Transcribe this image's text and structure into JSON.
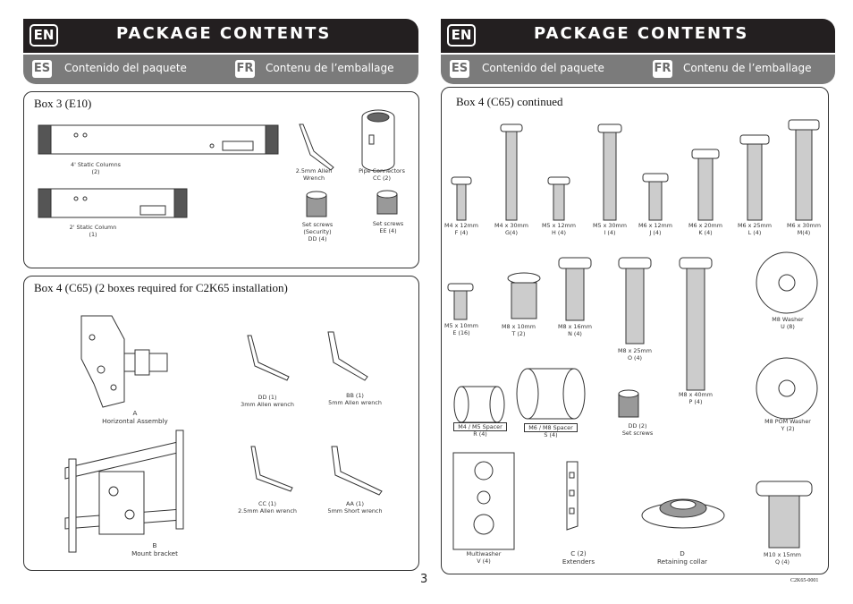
{
  "header": {
    "lang_badge": "EN",
    "title": "PACKAGE CONTENTS"
  },
  "subheader": {
    "es_badge": "ES",
    "es_text": "Contenido del paquete",
    "fr_badge": "FR",
    "fr_text": "Contenu de l’emballage"
  },
  "box3": {
    "title": "Box 3  (E10)",
    "items": {
      "col4": [
        "4' Static Columns",
        "(2)"
      ],
      "col2": [
        "2' Static Column",
        "(1)"
      ],
      "allen25": [
        "2.5mm Allen",
        "Wrench"
      ],
      "pipe": [
        "Pipe Connectors",
        "CC (2)"
      ],
      "setdd": [
        "Set screws",
        "(Security)",
        "DD (4)"
      ],
      "setee": [
        "Set screws",
        "EE (4)"
      ]
    }
  },
  "box4": {
    "title": "Box 4  (C65)  (2 boxes required for C2K65 installation)",
    "items": {
      "a": [
        "A",
        "Horizontal Assembly"
      ],
      "b": [
        "B",
        "Mount bracket"
      ],
      "dd": [
        "DD (1)",
        "3mm Allen wrench"
      ],
      "bb": [
        "BB (1)",
        "5mm Allen wrench"
      ],
      "cc": [
        "CC (1)",
        "2.5mm Allen wrench"
      ],
      "aa": [
        "AA (1)",
        "5mm Short wrench"
      ]
    }
  },
  "box4c": {
    "title": "Box 4  (C65)  continued",
    "screws_row1": [
      [
        "M4 x 12mm",
        "F (4)"
      ],
      [
        "M4 x 30mm",
        "G(4)"
      ],
      [
        "M5 x 12mm",
        "H (4)"
      ],
      [
        "M5 x 30mm",
        "I (4)"
      ],
      [
        "M6 x 12mm",
        "J (4)"
      ],
      [
        "M6 x 20mm",
        "K (4)"
      ],
      [
        "M6 x 25mm",
        "L (4)"
      ],
      [
        "M6 x 30mm",
        "M(4)"
      ]
    ],
    "row2": {
      "e": [
        "M5 x 10mm",
        "E  (16)"
      ],
      "t": [
        "M8 x 10mm",
        "T (2)"
      ],
      "n": [
        "M8 x 16mm",
        "N (4)"
      ],
      "o": [
        "M8 x 25mm",
        "O (4)"
      ],
      "p": [
        "M8 x 40mm",
        "P (4)"
      ],
      "u": [
        "M8 Washer",
        "U (8)"
      ]
    },
    "spacers": {
      "r": [
        "M4 / M5 Spacer",
        "R (4)"
      ],
      "s": [
        "M6 / M8 Spacer",
        "S (4)"
      ],
      "dd": [
        "DD (2)",
        "Set screws"
      ],
      "y": [
        "M8 POM Washer",
        "Y (2)"
      ]
    },
    "bottom": {
      "v": [
        "Multiwasher",
        "V (4)"
      ],
      "c": [
        "C (2)",
        "Extenders"
      ],
      "d": [
        "D",
        "Retaining collar"
      ],
      "q": [
        "M10 x 15mm",
        "Q (4)"
      ]
    }
  },
  "footer": {
    "page": "3",
    "code": "C2K65-0001"
  }
}
